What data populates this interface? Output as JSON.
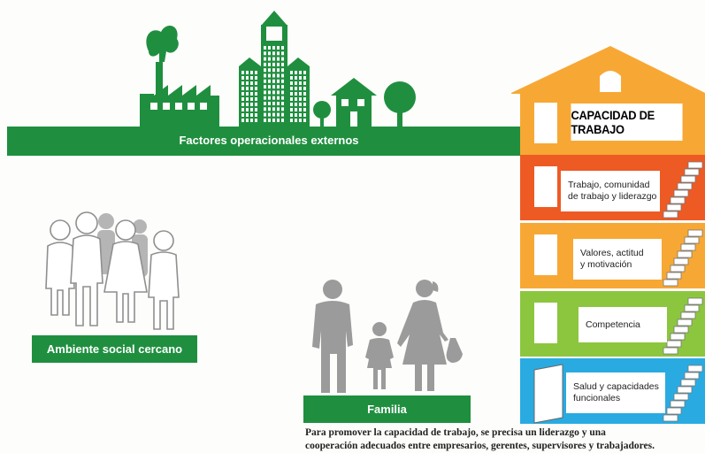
{
  "banner": {
    "label": "Factores operacionales externos"
  },
  "groups": {
    "ambiente": "Ambiente social cercano",
    "familia": "Familia"
  },
  "house": {
    "title": "CAPACIDAD DE TRABAJO",
    "floors": [
      {
        "line1": "Trabajo, comunidad",
        "line2": "de trabajo y liderazgo",
        "color": "#ee5a24"
      },
      {
        "line1": "Valores, actitud",
        "line2": "y motivación",
        "color": "#f7a834"
      },
      {
        "line1": "Competencia",
        "line2": "",
        "color": "#8cc63f"
      },
      {
        "line1": "Salud y capacidades",
        "line2": "funcionales",
        "color": "#29abe2"
      }
    ],
    "roof_color": "#f7a834"
  },
  "caption": {
    "line1": "Para promover la capacidad de trabajo, se precisa un liderazgo y una",
    "line2": "cooperación adecuados entre empresarios, gerentes, supervisores y trabajadores."
  },
  "colors": {
    "green": "#1f8f3f",
    "gray": "#9b9b9b"
  }
}
